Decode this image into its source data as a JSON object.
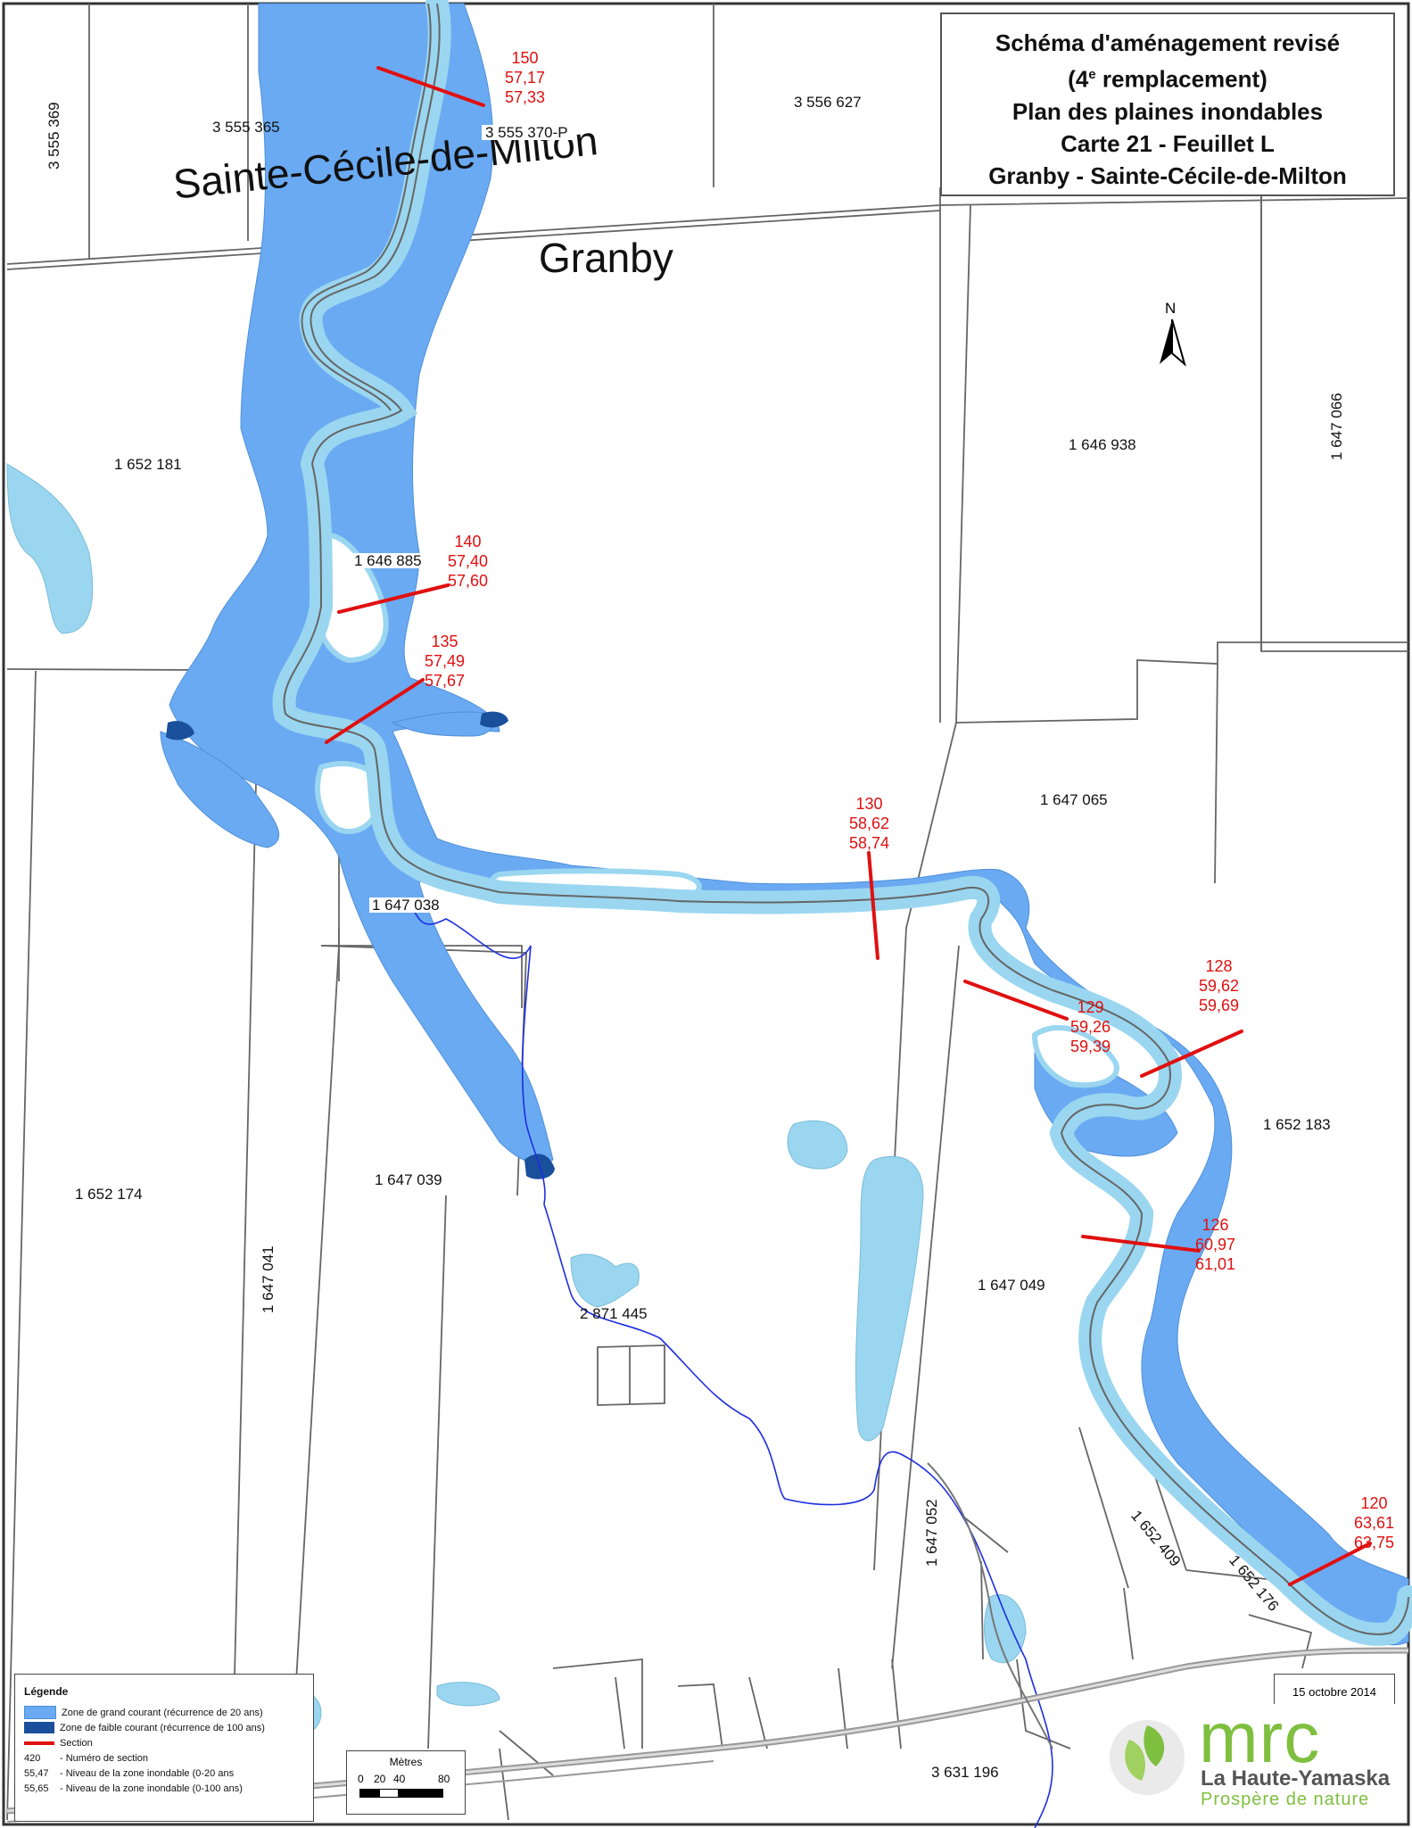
{
  "title": {
    "line1": "Schéma d'aménagement revisé",
    "line2_pre": "(4",
    "line2_sup": "e",
    "line2_post": " remplacement)",
    "line3": "Plan des plaines inondables",
    "line4": "Carte 21 - Feuillet L",
    "line5": "Granby - Sainte-Cécile-de-Milton"
  },
  "date": "15 octobre 2014",
  "north_label": "N",
  "municipalities": {
    "scm": "Sainte-Cécile-de-Milton",
    "granby": "Granby"
  },
  "lots": {
    "l3555369": "3 555 369",
    "l3555365": "3 555 365",
    "l3555370p": "3 555 370-P",
    "l3556627": "3 556 627",
    "l1647066": "1 647 066",
    "l1652181": "1 652 181",
    "l1646938": "1 646 938",
    "l1646885": "1 646 885",
    "l1647065": "1 647 065",
    "l1647038": "1 647 038",
    "l1652183": "1 652 183",
    "l1652174": "1 652 174",
    "l1647039": "1 647 039",
    "l1647041": "1 647 041",
    "l2871445": "2 871 445",
    "l1647049": "1 647 049",
    "l1652409": "1 652 409",
    "l1652176": "1 652 176",
    "l1647052": "1 647 052",
    "l3631196": "3 631 196"
  },
  "sections": {
    "s150": {
      "num": "150",
      "v20": "57,17",
      "v100": "57,33"
    },
    "s140": {
      "num": "140",
      "v20": "57,40",
      "v100": "57,60"
    },
    "s135": {
      "num": "135",
      "v20": "57,49",
      "v100": "57,67"
    },
    "s130": {
      "num": "130",
      "v20": "58,62",
      "v100": "58,74"
    },
    "s129": {
      "num": "129",
      "v20": "59,26",
      "v100": "59,39"
    },
    "s128": {
      "num": "128",
      "v20": "59,62",
      "v100": "59,69"
    },
    "s126": {
      "num": "126",
      "v20": "60,97",
      "v100": "61,01"
    },
    "s120": {
      "num": "120",
      "v20": "63,61",
      "v100": "63,75"
    }
  },
  "legend": {
    "title": "Légende",
    "grand": "Zone de grand courant (récurrence de 20 ans)",
    "faible": "Zone de faible courant (récurrence de 100 ans)",
    "section": "Section",
    "ex1_code": "420",
    "ex1_text": "- Numéro de section",
    "ex2_code": "55,47",
    "ex2_text": "- Niveau de la zone inondable (0-20 ans",
    "ex3_code": "55,65",
    "ex3_text": "- Niveau de la zone inondable (0-100 ans)"
  },
  "scale": {
    "title": "Mètres",
    "t0": "0",
    "t20": "20",
    "t40": "40",
    "t80": "80"
  },
  "logo": {
    "brand": "mrc",
    "name": "La Haute-Yamaska",
    "tagline": "Prospère de nature"
  },
  "colors": {
    "grand_courant": "#6aaaf2",
    "faible_courant": "#1a4f9c",
    "light_water": "#9ad6f0",
    "section_line": "#e01010",
    "lot_line": "#666666",
    "stream": "#1d2ee0"
  }
}
